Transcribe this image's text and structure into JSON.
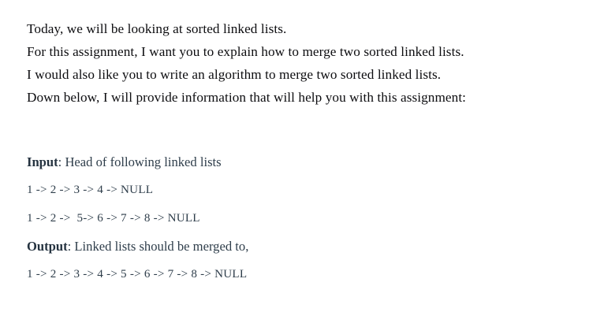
{
  "document": {
    "background_color": "#ffffff",
    "intro": {
      "lines": [
        "Today, we will be looking at sorted linked lists.",
        "For this assignment, I want you to explain how to merge two sorted linked lists.",
        "I would also like you to write an algorithm to merge two sorted linked lists.",
        "Down below, I will provide information that will help you with this assignment:"
      ],
      "text_color": "#0d0d10"
    },
    "spec": {
      "text_color": "#2f3e4b",
      "heading_color": "#253340",
      "input": {
        "label": "Input",
        "separator": ": ",
        "description": "Head of following linked lists",
        "lists": [
          "1 -> 2 -> 3 -> 4 -> NULL",
          "1 -> 2 ->  5-> 6 -> 7 -> 8 -> NULL"
        ]
      },
      "output": {
        "label": "Output",
        "separator": ": ",
        "description": "Linked lists should be merged to,",
        "lists": [
          "1 -> 2 -> 3 -> 4 -> 5 -> 6 -> 7 -> 8 -> NULL"
        ]
      }
    }
  }
}
